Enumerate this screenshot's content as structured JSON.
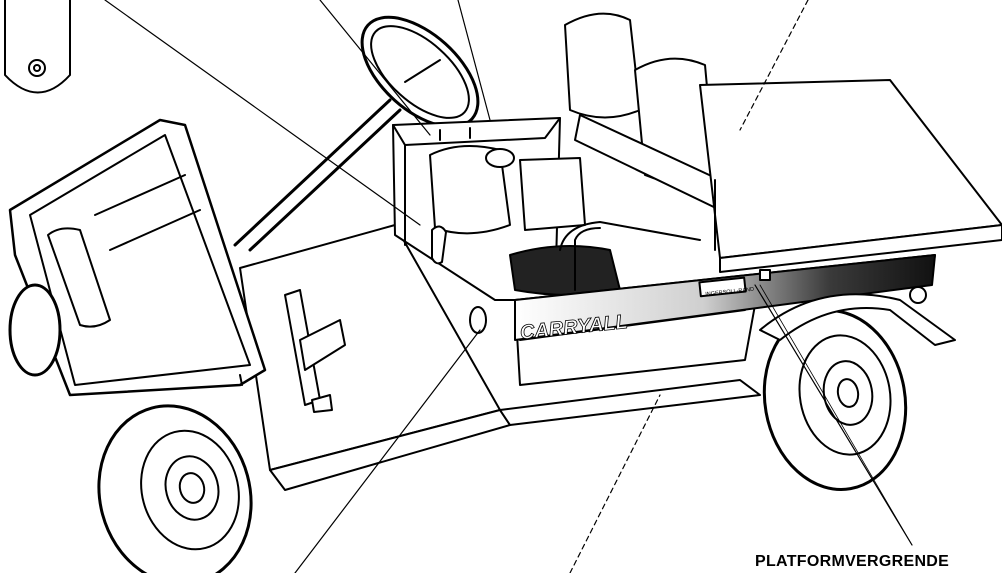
{
  "figure": {
    "brand_badge": "CARRYALL",
    "maker_plate": "INGERSOLL-RAND",
    "callouts": [
      {
        "label": ""
      },
      {
        "label": ""
      },
      {
        "label": ""
      },
      {
        "label": ""
      },
      {
        "label": ""
      },
      {
        "label": ""
      },
      {
        "label": ""
      },
      {
        "label": "PLATFORMVERGRENDE"
      }
    ]
  },
  "colors": {
    "ink": "#000000",
    "paper": "#ffffff",
    "panel_gradient_dark": "#111111",
    "panel_gradient_light": "#ffffff"
  }
}
